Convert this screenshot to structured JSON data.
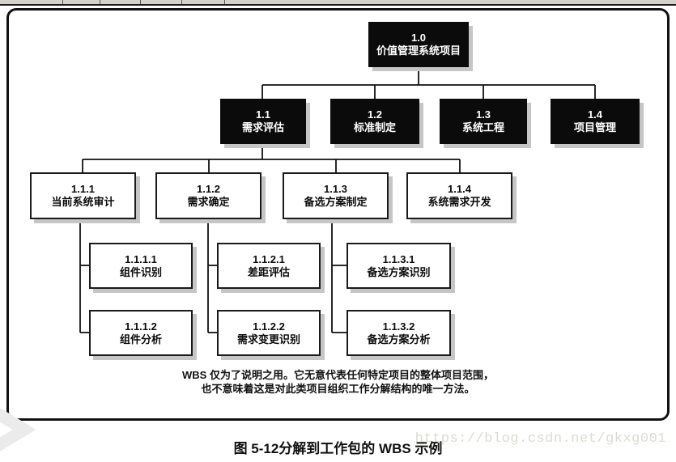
{
  "diagram": {
    "nodes": {
      "n10": {
        "id": "1.0",
        "label": "价值管理系统项目"
      },
      "n11": {
        "id": "1.1",
        "label": "需求评估"
      },
      "n12": {
        "id": "1.2",
        "label": "标准制定"
      },
      "n13": {
        "id": "1.3",
        "label": "系统工程"
      },
      "n14": {
        "id": "1.4",
        "label": "项目管理"
      },
      "n111": {
        "id": "1.1.1",
        "label": "当前系统审计"
      },
      "n112": {
        "id": "1.1.2",
        "label": "需求确定"
      },
      "n113": {
        "id": "1.1.3",
        "label": "备选方案制定"
      },
      "n114": {
        "id": "1.1.4",
        "label": "系统需求开发"
      },
      "n1111": {
        "id": "1.1.1.1",
        "label": "组件识别"
      },
      "n1112": {
        "id": "1.1.1.2",
        "label": "组件分析"
      },
      "n1121": {
        "id": "1.1.2.1",
        "label": "差距评估"
      },
      "n1122": {
        "id": "1.1.2.2",
        "label": "需求变更识别"
      },
      "n1131": {
        "id": "1.1.3.1",
        "label": "备选方案识别"
      },
      "n1132": {
        "id": "1.1.3.2",
        "label": "备选方案分析"
      }
    },
    "note_line1": "WBS 仅为了说明之用。它无意代表任何特定项目的整体项目范围，",
    "note_line2": "也不意味着这是对此类项目组织工作分解结构的唯一方法。"
  },
  "caption": "图 5-12分解到工作包的 WBS 示例",
  "watermark": "https://blog.csdn.net/gkxg001",
  "colors": {
    "box_black": "#0b0b0b",
    "box_border": "#1a1a1a",
    "shadow": "#c6c6c6",
    "watermark_text": "#dcdcd4",
    "chevron": "#ebebeb"
  }
}
